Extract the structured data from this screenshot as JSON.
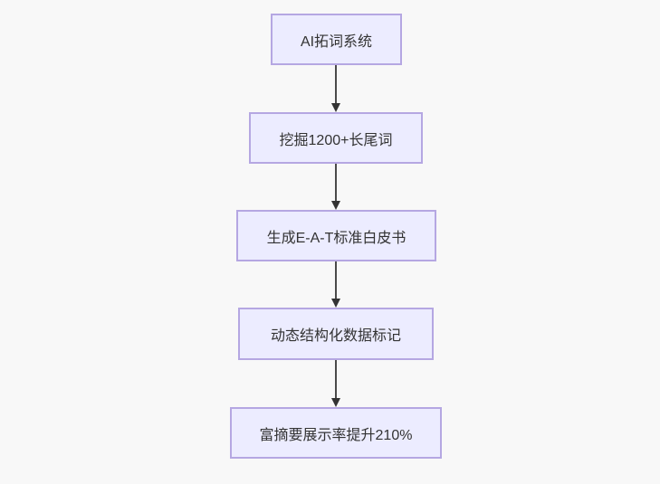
{
  "page": {
    "background_color": "#f8f8f8"
  },
  "diagram": {
    "type": "flowchart",
    "direction": "top-down",
    "node_fill_color": "#ececff",
    "node_border_color": "#b5a7e2",
    "node_text_color": "#333333",
    "arrow_color": "#333333",
    "nodes": [
      {
        "label": "AI拓词系统"
      },
      {
        "label": "挖掘1200+长尾词"
      },
      {
        "label": "生成E-A-T标准白皮书"
      },
      {
        "label": "动态结构化数据标记"
      },
      {
        "label": "富摘要展示率提升210%"
      }
    ],
    "edges": [
      {
        "from": "AI拓词系统",
        "to": "挖掘1200+长尾词"
      },
      {
        "from": "挖掘1200+长尾词",
        "to": "生成E-A-T标准白皮书"
      },
      {
        "from": "生成E-A-T标准白皮书",
        "to": "动态结构化数据标记"
      },
      {
        "from": "动态结构化数据标记",
        "to": "富摘要展示率提升210%"
      }
    ]
  }
}
